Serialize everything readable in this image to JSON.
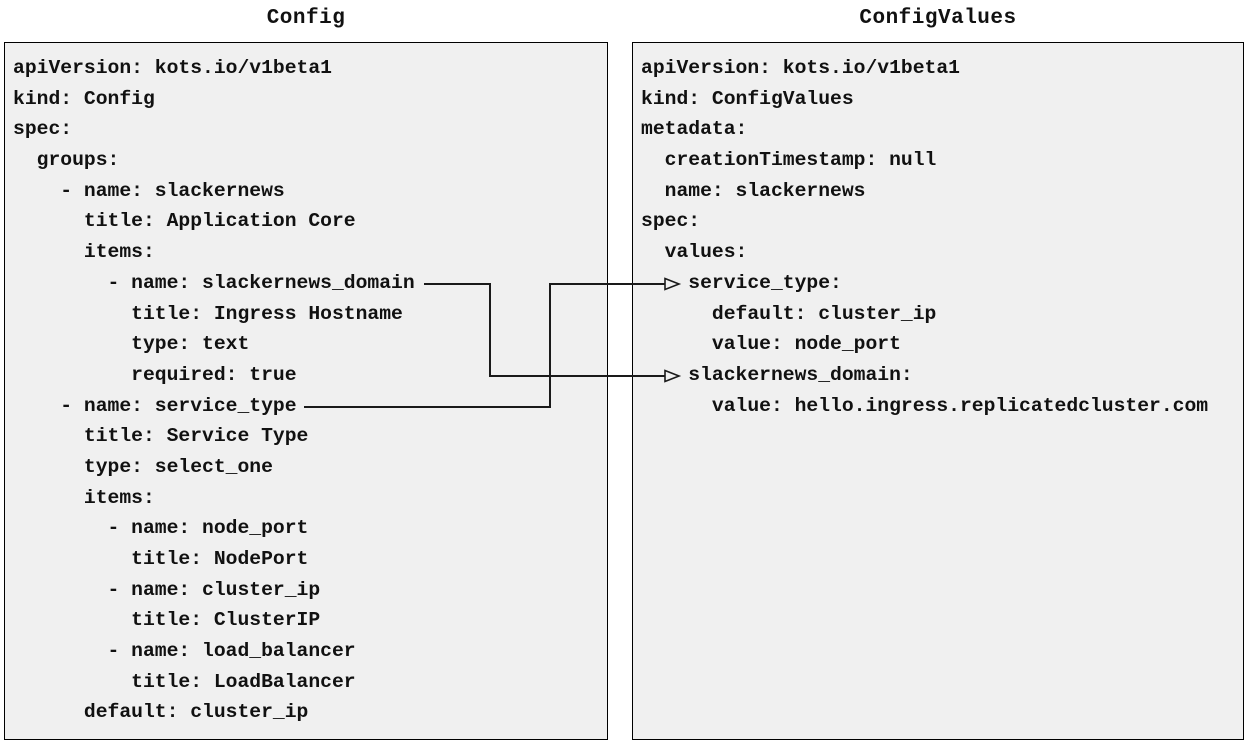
{
  "left_panel": {
    "title": "Config",
    "lines": [
      "apiVersion: kots.io/v1beta1",
      "kind: Config",
      "spec:",
      "  groups:",
      "    - name: slackernews",
      "      title: Application Core",
      "      items:",
      "        - name: slackernews_domain",
      "          title: Ingress Hostname",
      "          type: text",
      "          required: true",
      "    - name: service_type",
      "      title: Service Type",
      "      type: select_one",
      "      items:",
      "        - name: node_port",
      "          title: NodePort",
      "        - name: cluster_ip",
      "          title: ClusterIP",
      "        - name: load_balancer",
      "          title: LoadBalancer",
      "      default: cluster_ip"
    ]
  },
  "right_panel": {
    "title": "ConfigValues",
    "lines": [
      "apiVersion: kots.io/v1beta1",
      "kind: ConfigValues",
      "metadata:",
      "  creationTimestamp: null",
      "  name: slackernews",
      "spec:",
      "  values:",
      "    service_type:",
      "      default: cluster_ip",
      "      value: node_port",
      "    slackernews_domain:",
      "      value: hello.ingress.replicatedcluster.com"
    ]
  },
  "arrows": [
    {
      "source": "slackernews_domain",
      "target": "slackernews_domain"
    },
    {
      "source": "service_type",
      "target": "service_type"
    }
  ],
  "colors": {
    "panel_bg": "#f0f0f0",
    "border": "#000000",
    "text": "#111111",
    "arrow": "#1a1a1a"
  }
}
